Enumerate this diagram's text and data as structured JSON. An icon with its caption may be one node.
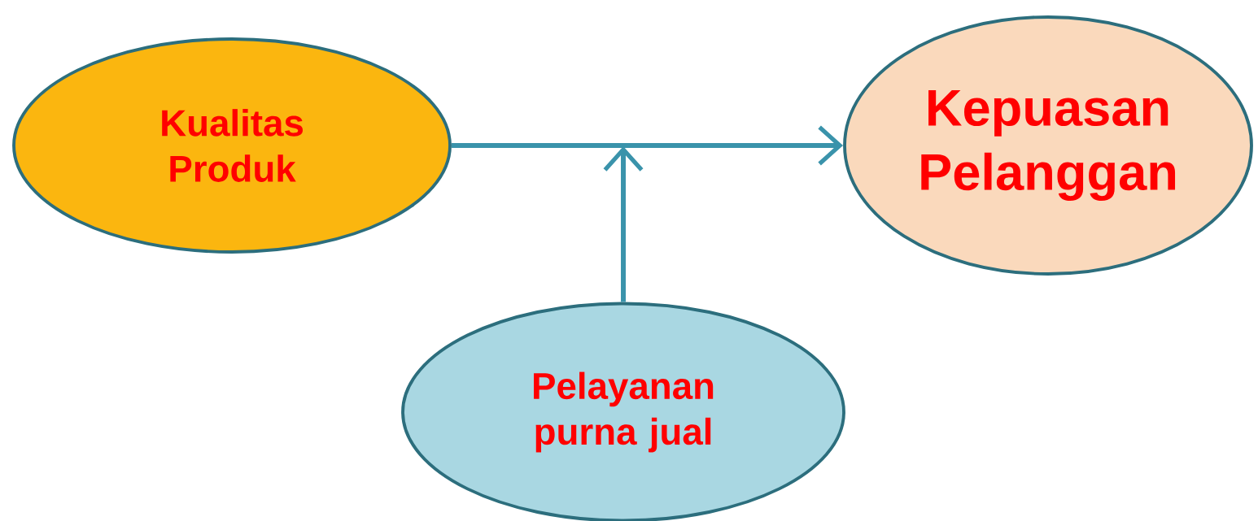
{
  "diagram": {
    "nodes": [
      {
        "text": [
          "Kualitas Produk"
        ]
      },
      {
        "text": [
          "Kepuasan Pelanggan"
        ]
      },
      {
        "text": [
          "Pelayanan purna jual"
        ]
      }
    ],
    "edges": [
      {
        "from": 0,
        "to": 1,
        "arrow": "to"
      },
      {
        "from": 2,
        "to": null,
        "arrow": "to"
      }
    ]
  }
}
